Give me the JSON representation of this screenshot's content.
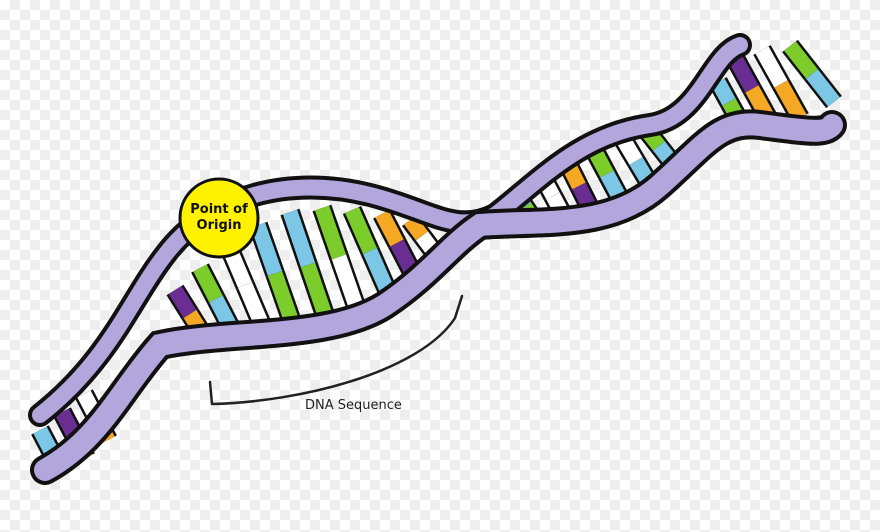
{
  "labels": {
    "origin_line1": "Point of",
    "origin_line2": "Origin",
    "sequence": "DNA Sequence"
  },
  "colors": {
    "backbone": "#b3a6dd",
    "outline": "#111111",
    "origin_fill": "#fff200",
    "bases": [
      "#6a2d91",
      "#f4a823",
      "#7ccd2b",
      "#7cc6e6",
      "#ffffff"
    ]
  },
  "icons": {
    "origin": "point-of-origin-marker",
    "bracket": "dna-sequence-bracket"
  }
}
